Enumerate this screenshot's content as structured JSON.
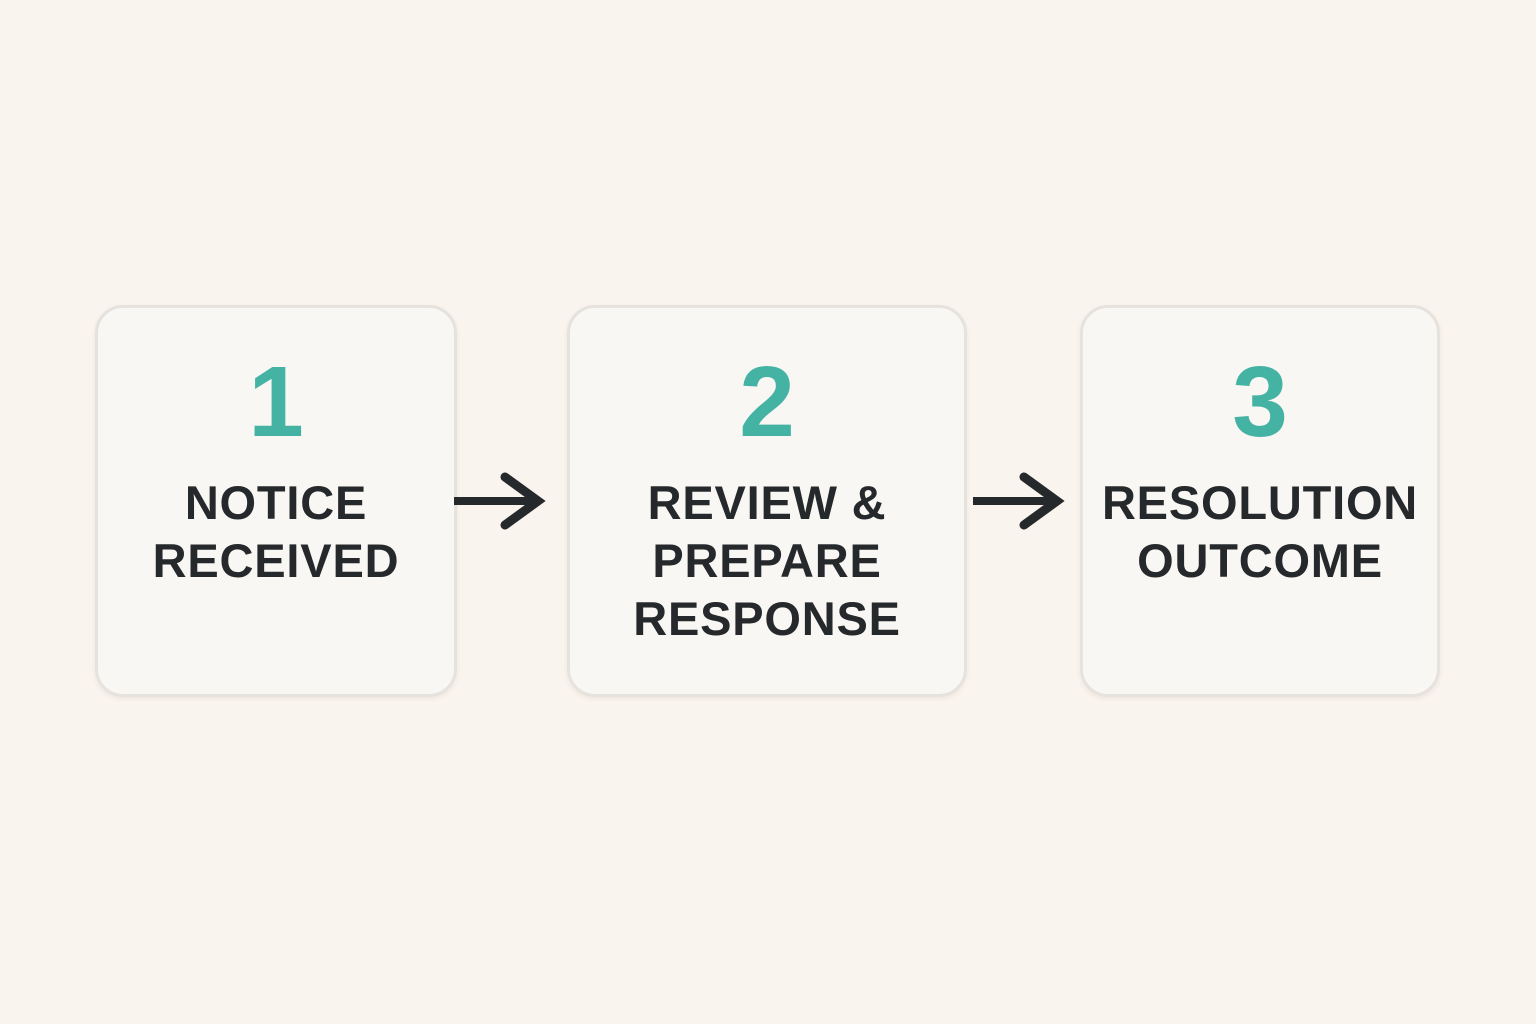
{
  "diagram": {
    "title": "",
    "background_color": "#faf4ee",
    "box_fill_color": "#f9f7f3",
    "box_border_color": "#e6e2dd",
    "accent_color": "#45b3a4",
    "label_color": "#26292c",
    "arrow_color": "#26292c",
    "arrow_icon": "right-arrow",
    "steps": [
      {
        "number": "1",
        "label": "NOTICE RECEIVED",
        "lines": [
          "NOTICE",
          "RECEIVED",
          ""
        ]
      },
      {
        "number": "2",
        "label": "REVIEW & PREPARE RESPONSE",
        "lines": [
          "REVIEW &",
          "PREPARE",
          "RESPONSE"
        ]
      },
      {
        "number": "3",
        "label": "RESOLUTION OUTCOME",
        "lines": [
          "RESOLUTION",
          "OUTCOME",
          ""
        ]
      }
    ]
  }
}
